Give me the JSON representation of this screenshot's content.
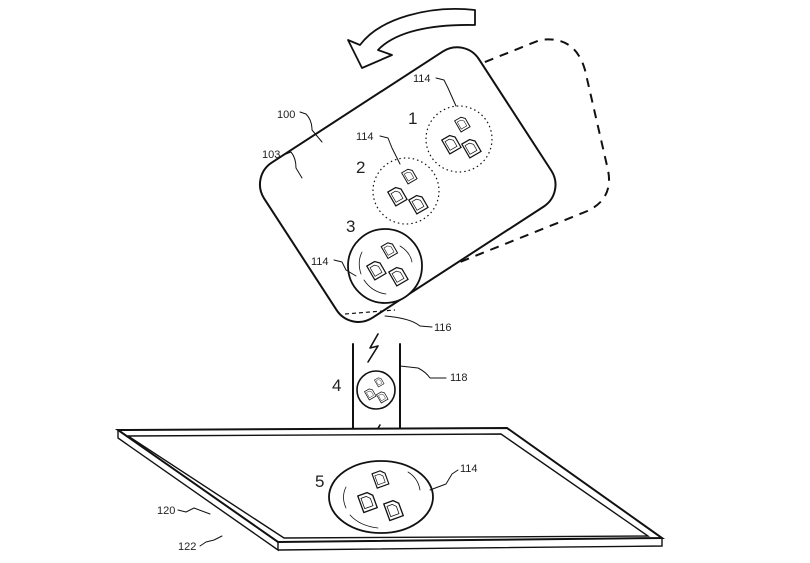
{
  "labels": {
    "device": "100",
    "surface": "103",
    "object_1": "114",
    "object_2": "114",
    "object_3": "114",
    "object_5": "114",
    "edge": "116",
    "stream": "118",
    "table": "120",
    "table_surface": "122"
  },
  "steps": [
    "1",
    "2",
    "3",
    "4",
    "5"
  ],
  "colors": {
    "line": "#111111",
    "background": "#ffffff"
  }
}
